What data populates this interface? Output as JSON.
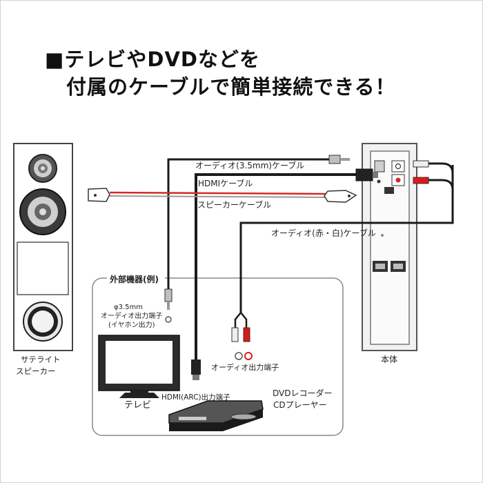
{
  "headline": {
    "line1": "■テレビやDVDなどを",
    "line2": "付属のケーブルで簡単接続できる！"
  },
  "cables": {
    "audio_35": "オーディオ(3.5mm)ケーブル",
    "hdmi": "HDMIケーブル",
    "speaker": "スピーカーケーブル",
    "audio_rca": "オーディオ(赤・白)ケーブル"
  },
  "external_box": {
    "title": "外部機器(例)"
  },
  "ports": {
    "phono_line1": "φ3.5mm",
    "phono_line2": "オーディオ出力端子",
    "phono_line3": "(イヤホン出力)",
    "audio_out": "オーディオ出力端子",
    "hdmi_arc": "HDMI(ARC)出力端子"
  },
  "devices": {
    "tv": "テレビ",
    "dvd_line1": "DVDレコーダー",
    "dvd_line2": "CDプレーヤー",
    "satellite_line1": "サテライト",
    "satellite_line2": "スピーカー",
    "main_unit": "本体"
  },
  "colors": {
    "speaker_red": "#d42828",
    "rca_red": "#e01818",
    "cable": "#1a1a1a"
  }
}
